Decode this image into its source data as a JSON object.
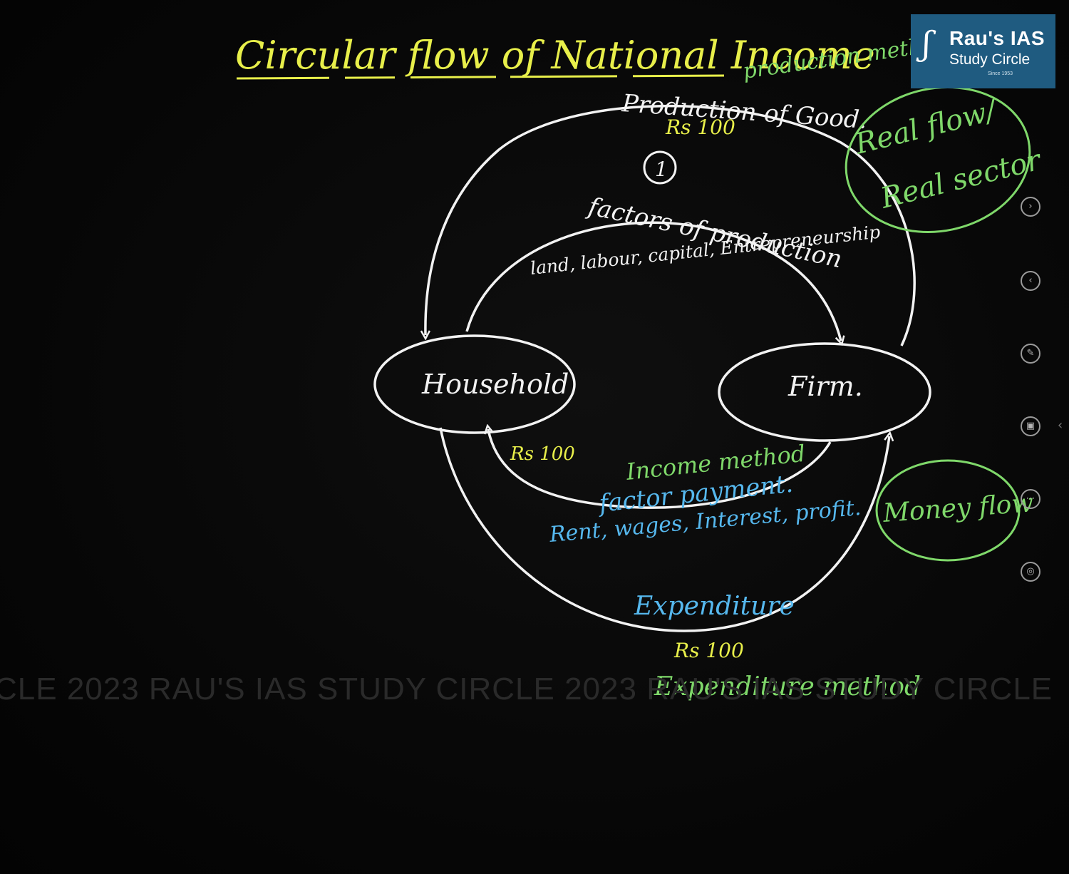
{
  "board": {
    "title": "Circular flow of National Income",
    "top_flow": {
      "label": "Production of Good.",
      "amount": "Rs 100",
      "number": "1",
      "method_note": "production method"
    },
    "inner_top_flow": {
      "label": "factors of production",
      "detail": "land, labour, capital, Entrepreneurship"
    },
    "nodes": {
      "household": "Household",
      "firm": "Firm."
    },
    "inner_bottom_flow": {
      "amount": "Rs 100",
      "method_note": "Income method",
      "label": "factor payment.",
      "detail": "Rent, wages, Interest, profit."
    },
    "bottom_flow": {
      "label": "Expenditure",
      "amount": "Rs 100",
      "method_note": "Expenditure method"
    },
    "callouts": {
      "real_flow_line1": "Real flow/",
      "real_flow_line2": "Real sector",
      "money_flow": "Money flow"
    }
  },
  "logo": {
    "line1": "Rau's IAS",
    "line2": "Study Circle",
    "line3": "Since 1953"
  },
  "watermark": "CLE 2023  RAU'S IAS STUDY CIRCLE 2023  RAU'S IAS STUDY CIRCLE",
  "tools": [
    "forward-icon",
    "back-icon",
    "pen-icon",
    "screen-icon",
    "more-icon",
    "present-icon"
  ],
  "colors": {
    "chalk_white": "#f2f2f2",
    "chalk_yellow": "#e8ef4a",
    "chalk_green": "#7fd86a",
    "chalk_blue": "#56b8ee",
    "logo_bg": "#1f5b80"
  }
}
